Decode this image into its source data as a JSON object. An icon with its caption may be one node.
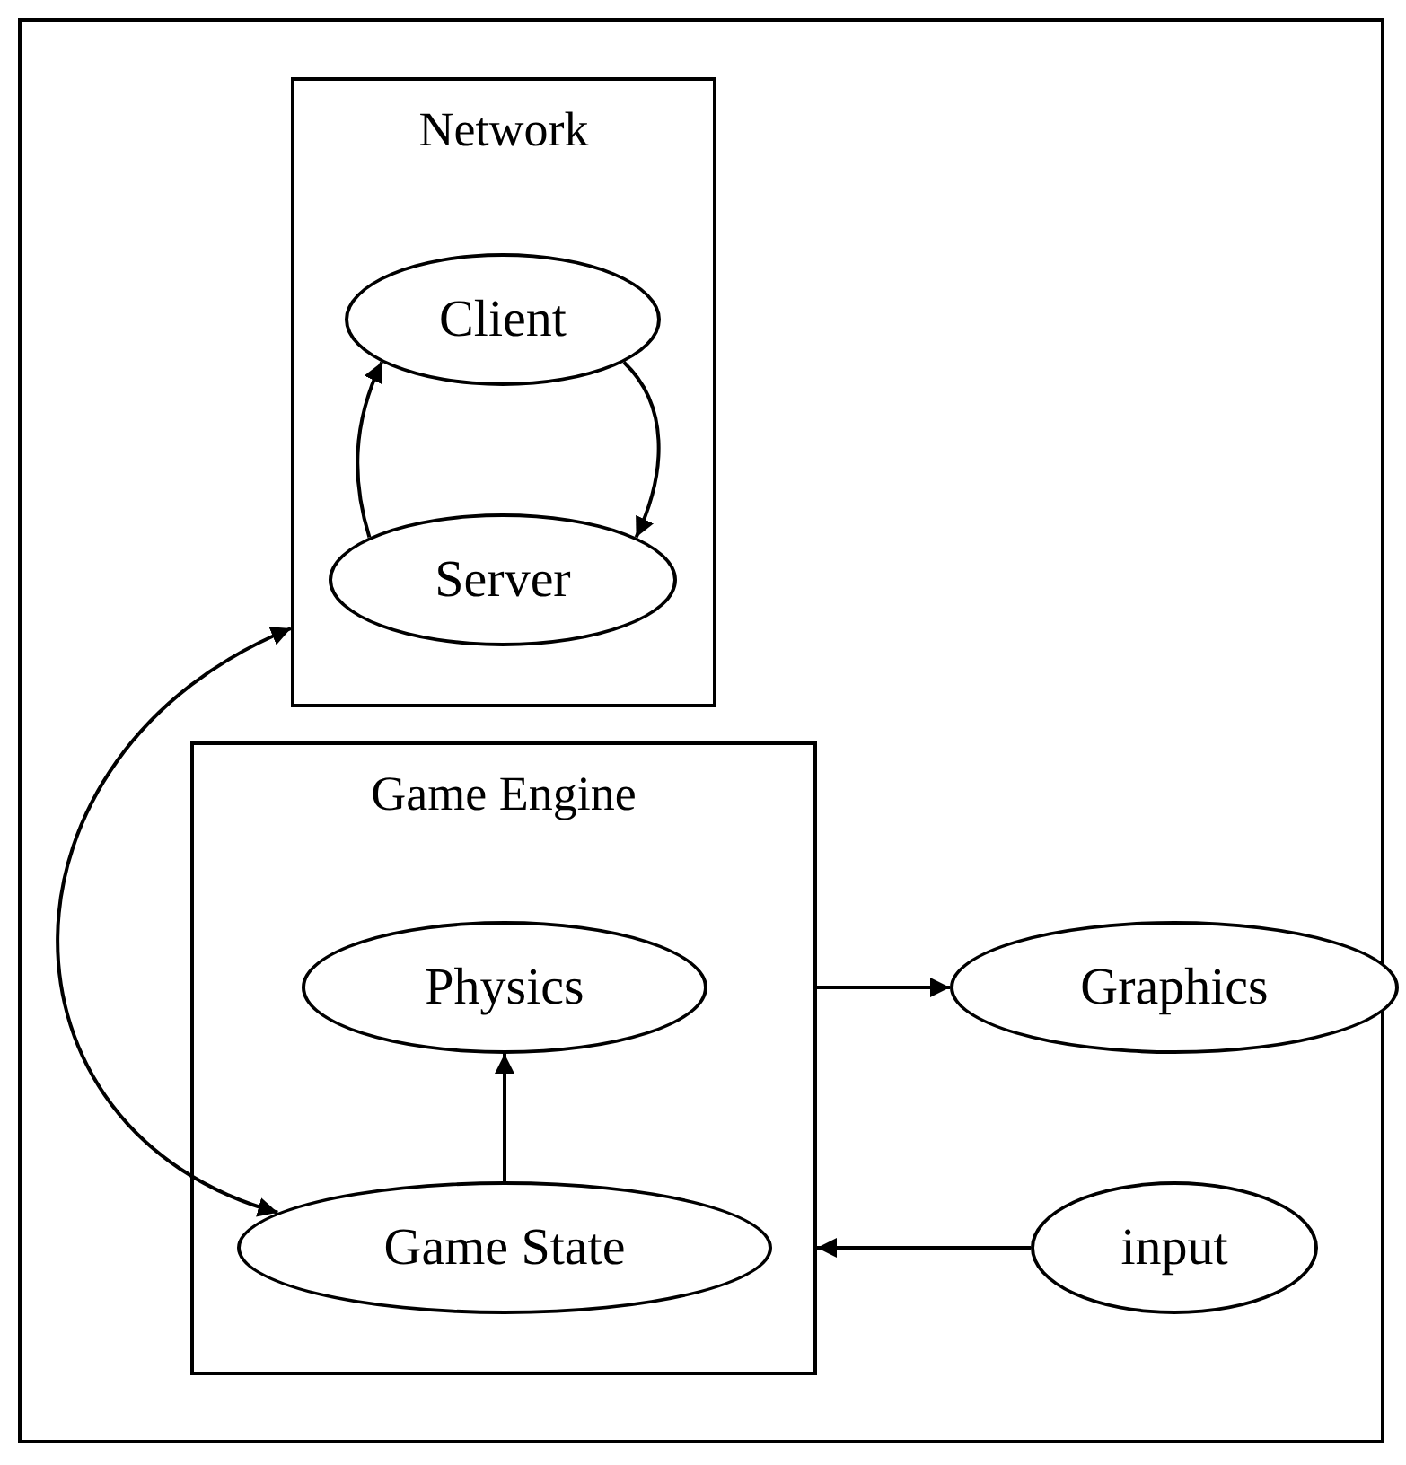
{
  "diagram": {
    "nodes": [
      {
        "text": [
          "Network"
        ]
      },
      {
        "text": [
          "Client"
        ],
        "in": 0
      },
      {
        "text": [
          "Server"
        ],
        "in": 0
      },
      {
        "text": [
          "Game Engine"
        ]
      },
      {
        "text": [
          "Physics"
        ],
        "in": 3
      },
      {
        "text": [
          "Game State"
        ],
        "in": 3
      },
      {
        "text": [
          "Graphics"
        ]
      },
      {
        "text": [
          "input"
        ]
      }
    ],
    "edges": [
      {
        "from": 1,
        "to": 2,
        "arrow": "to"
      },
      {
        "from": 2,
        "to": 1,
        "arrow": "to"
      },
      {
        "from": 5,
        "to": 0,
        "arrow": "both"
      },
      {
        "from": 5,
        "to": 4,
        "arrow": "to"
      },
      {
        "from": 3,
        "to": 6,
        "arrow": "to"
      },
      {
        "from": 7,
        "to": 3,
        "arrow": "to"
      }
    ]
  }
}
